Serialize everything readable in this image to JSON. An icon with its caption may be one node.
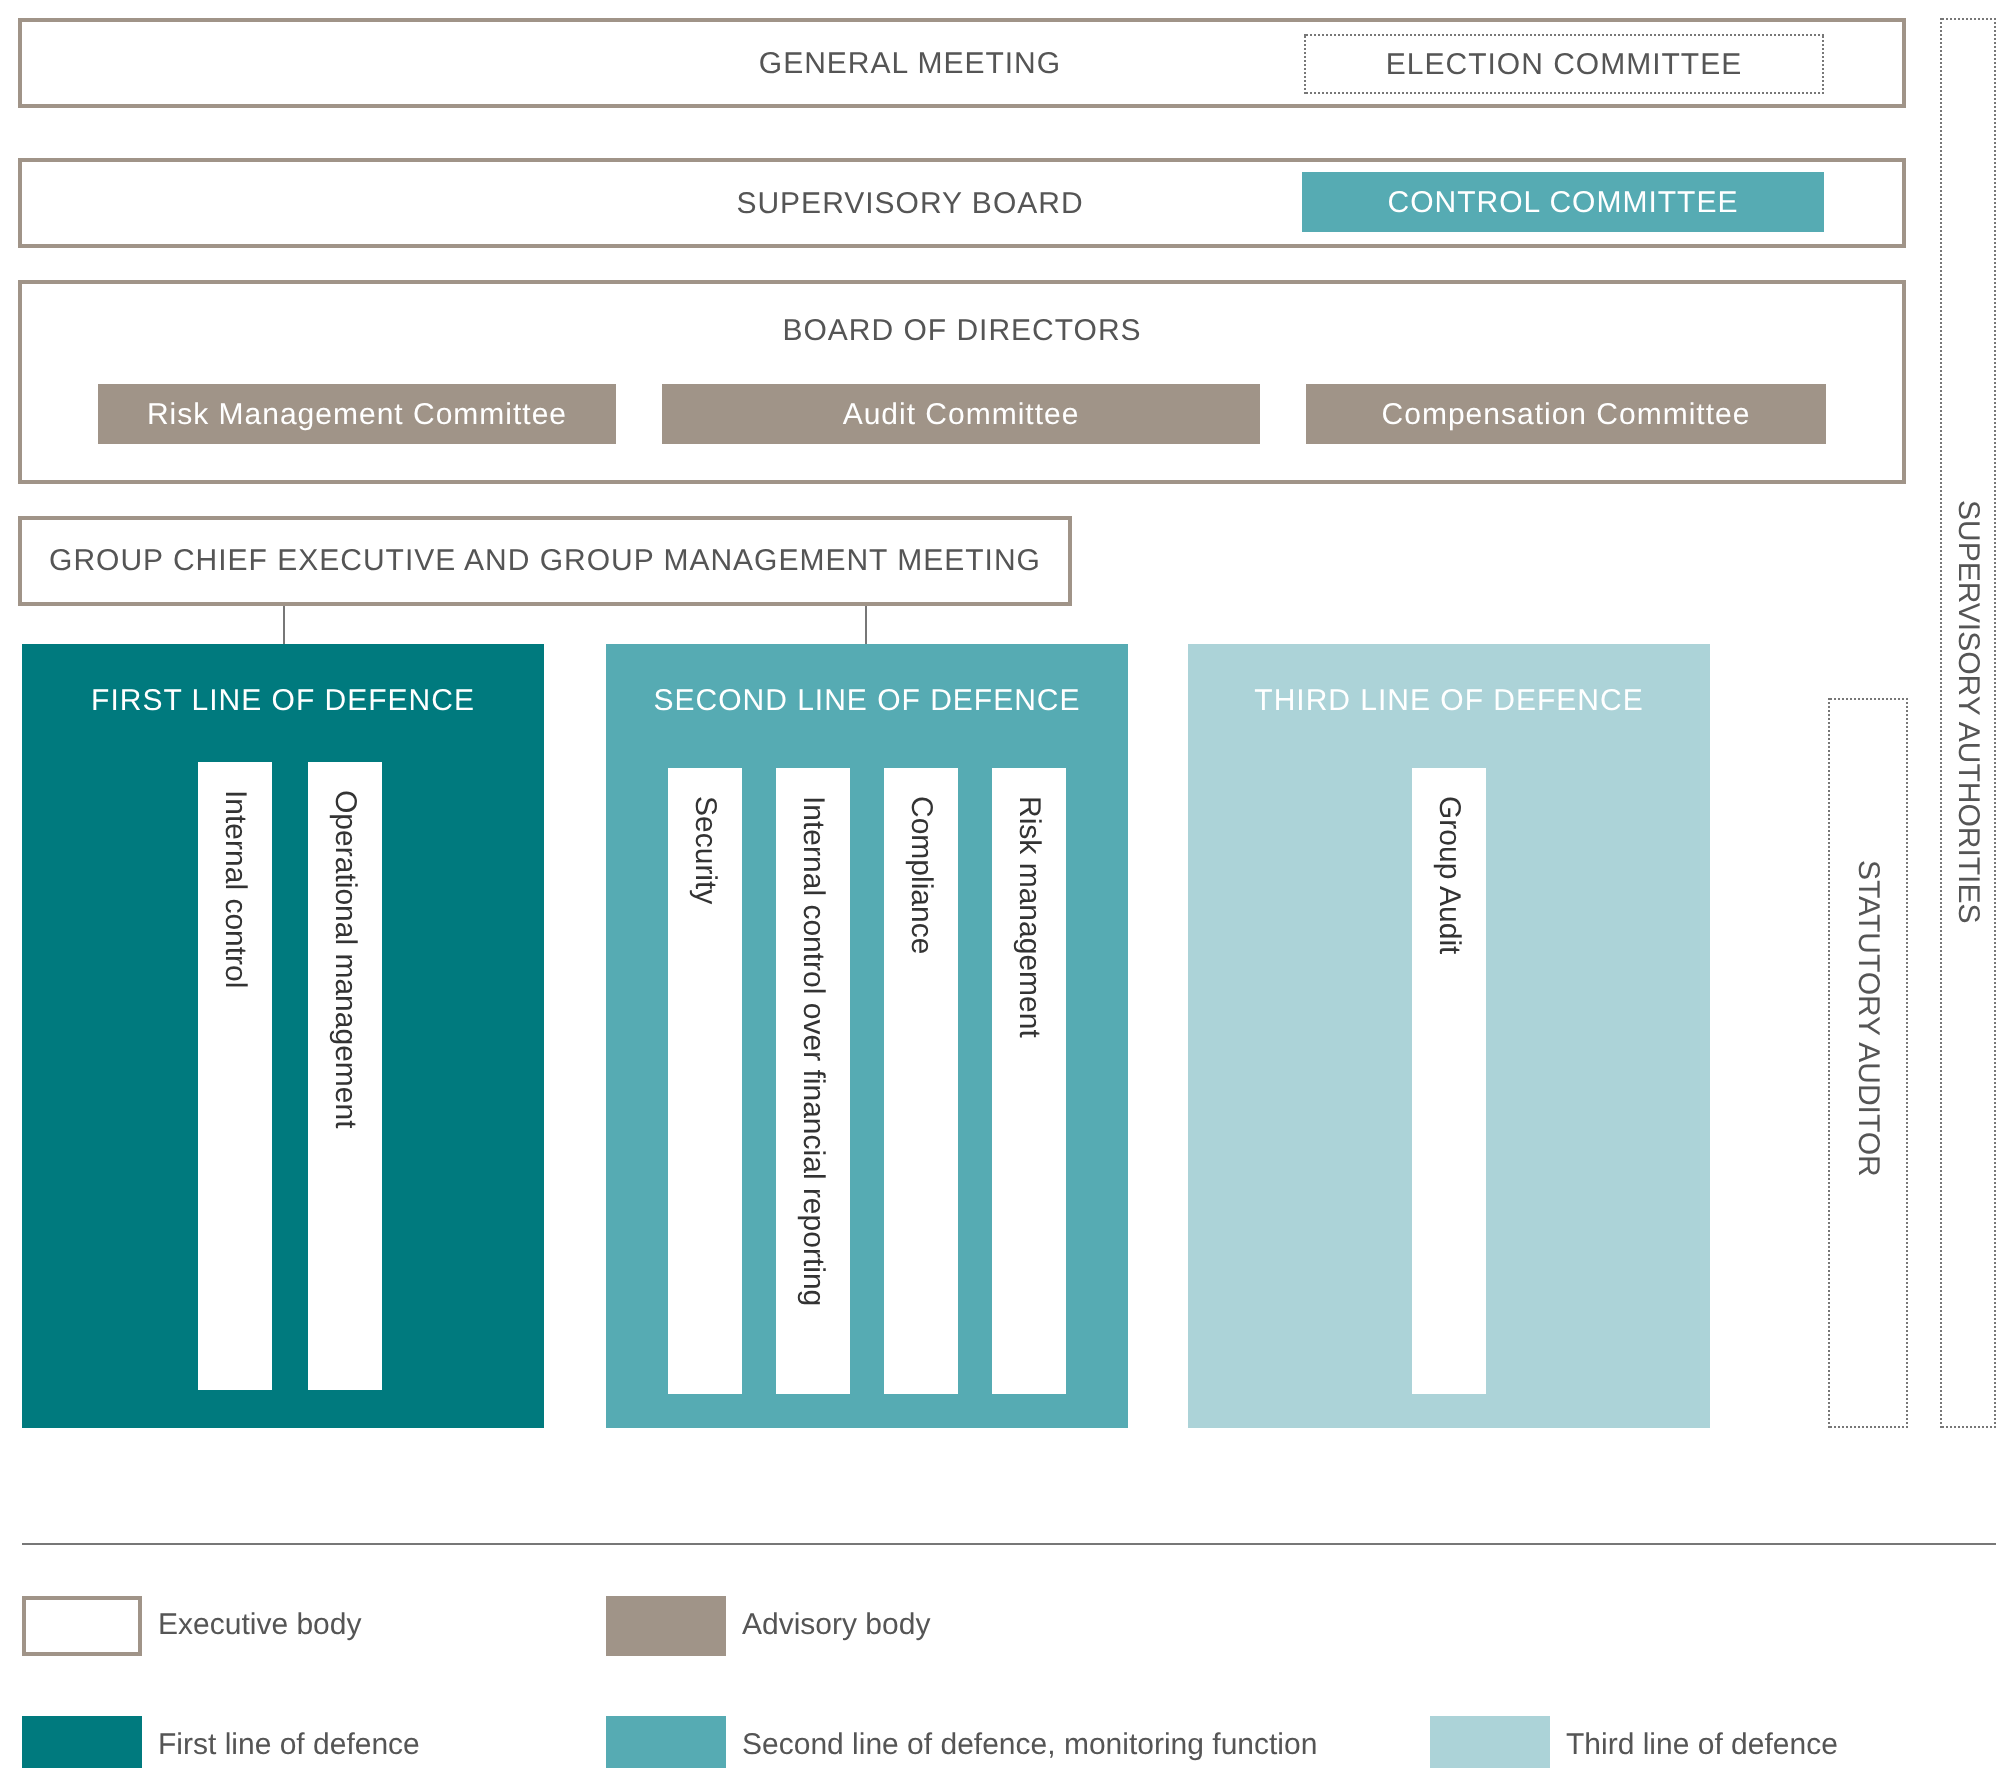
{
  "diagram": {
    "nodes": [
      {
        "text": [
          "GENERAL MEETING"
        ]
      },
      {
        "text": [
          "ELECTION COMMITTEE"
        ],
        "in": 0
      },
      {
        "text": [
          "SUPERVISORY BOARD"
        ]
      },
      {
        "text": [
          "CONTROL COMMITTEE"
        ],
        "in": 2
      },
      {
        "text": [
          "BOARD OF DIRECTORS"
        ]
      },
      {
        "text": [
          "Risk Management Committee"
        ],
        "in": 4
      },
      {
        "text": [
          "Audit Committee"
        ],
        "in": 4
      },
      {
        "text": [
          "Compensation Committee"
        ],
        "in": 4
      },
      {
        "text": [
          "GROUP CHIEF EXECUTIVE AND GROUP MANAGEMENT MEETING"
        ]
      },
      {
        "text": [
          "FIRST LINE OF DEFENCE"
        ]
      },
      {
        "text": [
          "Internal control"
        ],
        "in": 9
      },
      {
        "text": [
          "Operational management"
        ],
        "in": 9
      },
      {
        "text": [
          "SECOND LINE OF DEFENCE"
        ]
      },
      {
        "text": [
          "Security"
        ],
        "in": 12
      },
      {
        "text": [
          "Internal control over financial reporting"
        ],
        "in": 12
      },
      {
        "text": [
          "Compliance"
        ],
        "in": 12
      },
      {
        "text": [
          "Risk management"
        ],
        "in": 12
      },
      {
        "text": [
          "THIRD LINE OF DEFENCE"
        ]
      },
      {
        "text": [
          "Group Audit"
        ],
        "in": 17
      },
      {
        "text": [
          "STATUTORY AUDITOR"
        ]
      },
      {
        "text": [
          "SUPERVISORY AUTHORITIES"
        ]
      }
    ],
    "edges": [
      {
        "from": 8,
        "to": 9,
        "arrow": "none"
      },
      {
        "from": 8,
        "to": 12,
        "arrow": "none"
      }
    ],
    "legend": [
      {
        "text": "Executive body",
        "color": "#ffffff"
      },
      {
        "text": "Advisory body",
        "color": "#a09488"
      },
      {
        "text": "First line of defence",
        "color": "#007a7e"
      },
      {
        "text": "Second line of defence, monitoring function",
        "color": "#56abb3"
      },
      {
        "text": "Third line of defence",
        "color": "#acd3d8"
      }
    ]
  }
}
